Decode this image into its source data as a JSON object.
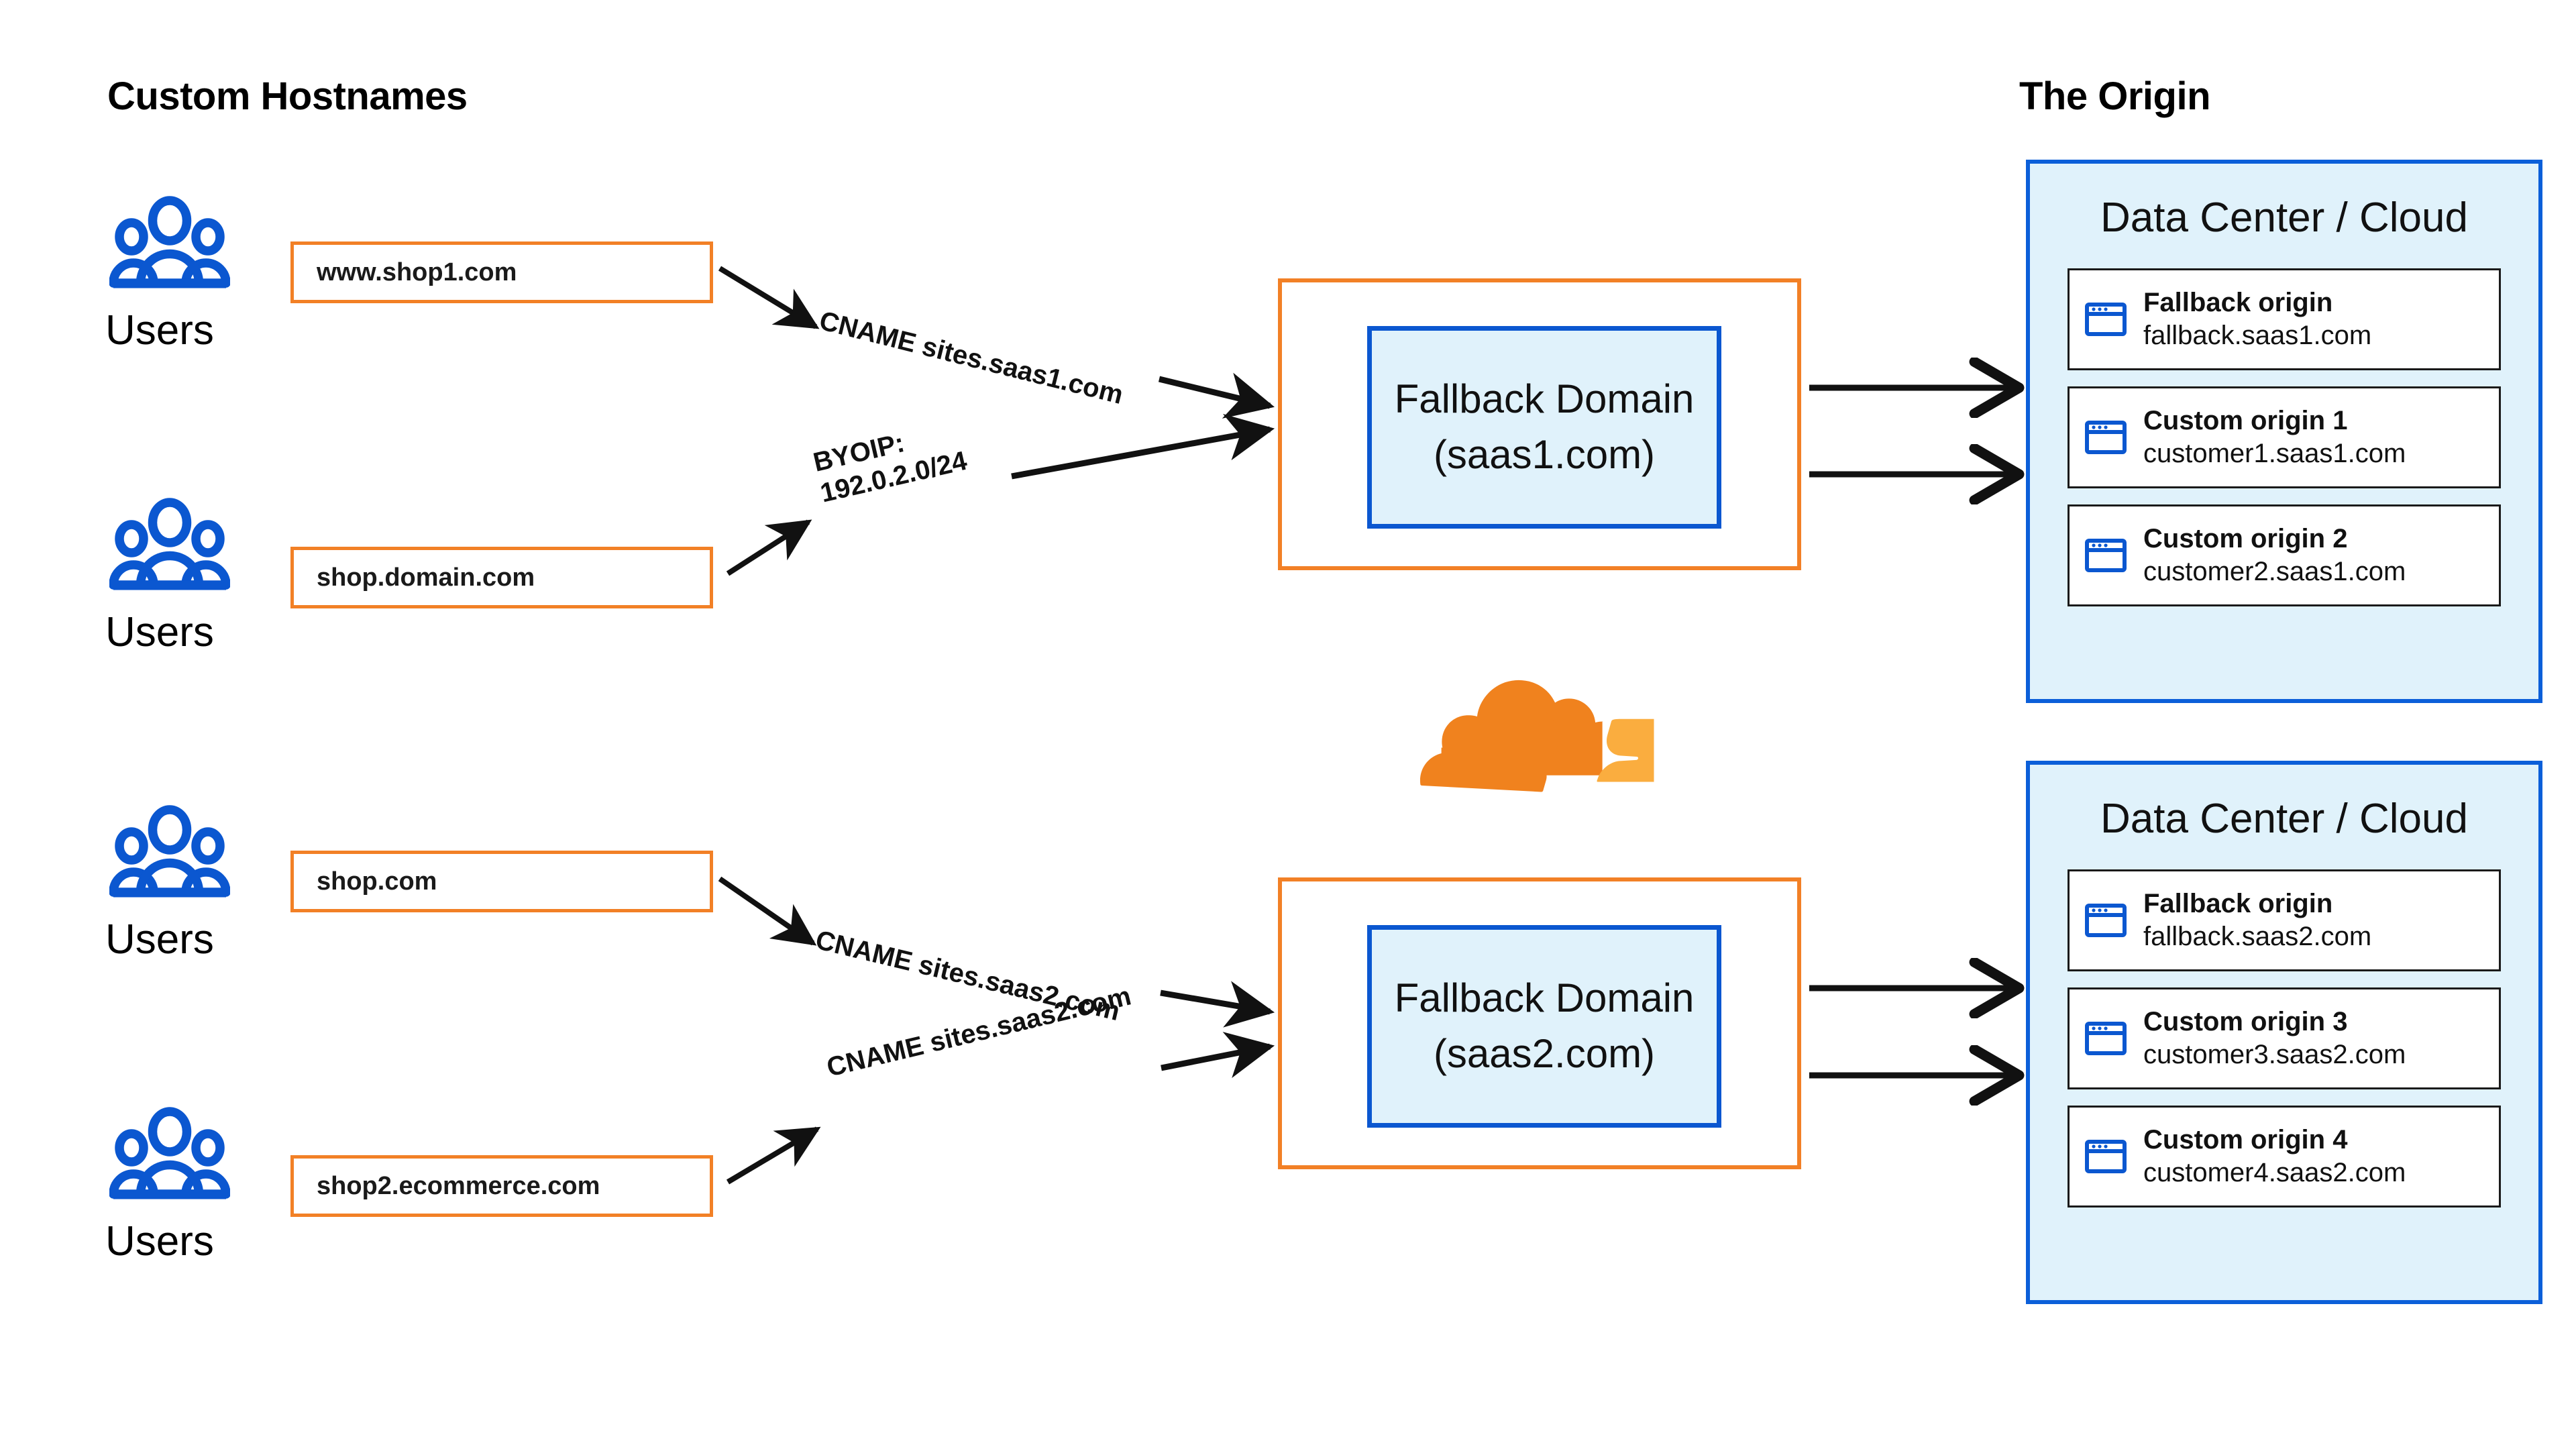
{
  "headings": {
    "left": "Custom Hostnames",
    "right": "The Origin"
  },
  "users_groups": [
    {
      "icon": "users-icon",
      "label": "Users"
    },
    {
      "icon": "users-icon",
      "label": "Users"
    },
    {
      "icon": "users-icon",
      "label": "Users"
    },
    {
      "icon": "users-icon",
      "label": "Users"
    }
  ],
  "custom_hostnames": [
    {
      "hostname": "www.shop1.com"
    },
    {
      "hostname": "shop.domain.com"
    },
    {
      "hostname": "shop.com"
    },
    {
      "hostname": "shop2.ecommerce.com"
    }
  ],
  "connector_labels": [
    {
      "line1": "CNAME sites.saas1.com",
      "line2": ""
    },
    {
      "line1": "BYOIP:",
      "line2": "192.0.2.0/24"
    },
    {
      "line1": "CNAME sites.saas2.com",
      "line2": ""
    },
    {
      "line1": "CNAME sites.saas2.com",
      "line2": ""
    }
  ],
  "fallback_domains": [
    {
      "title": "Fallback Domain",
      "domain": "(saas1.com)"
    },
    {
      "title": "Fallback Domain",
      "domain": "(saas2.com)"
    }
  ],
  "data_centers": [
    {
      "title": "Data Center / Cloud",
      "origins": [
        {
          "icon": "browser-window-icon",
          "name": "Fallback origin",
          "host": "fallback.saas1.com"
        },
        {
          "icon": "browser-window-icon",
          "name": "Custom origin 1",
          "host": "customer1.saas1.com"
        },
        {
          "icon": "browser-window-icon",
          "name": "Custom origin 2",
          "host": "customer2.saas1.com"
        }
      ]
    },
    {
      "title": "Data Center / Cloud",
      "origins": [
        {
          "icon": "browser-window-icon",
          "name": "Fallback origin",
          "host": "fallback.saas2.com"
        },
        {
          "icon": "browser-window-icon",
          "name": "Custom origin 3",
          "host": "customer3.saas2.com"
        },
        {
          "icon": "browser-window-icon",
          "name": "Custom origin 4",
          "host": "customer4.saas2.com"
        }
      ]
    }
  ],
  "logo": {
    "name": "cloudflare-logo"
  },
  "colors": {
    "orange_border": "#f28026",
    "blue_border": "#0b57d0",
    "blue_fill": "#e0f2fb",
    "icon_blue": "#0b57d0",
    "cloud_dark_orange": "#f0821e",
    "cloud_light_orange": "#faad3f",
    "arrow_black": "#111111",
    "background": "#ffffff"
  }
}
